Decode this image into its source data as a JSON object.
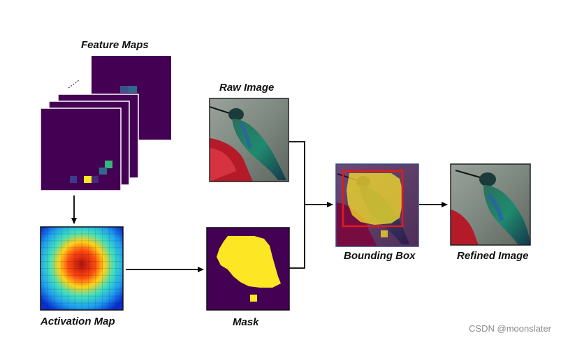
{
  "labels": {
    "feature_maps": "Feature Maps",
    "raw_image": "Raw Image",
    "activation_map": "Activation Map",
    "mask": "Mask",
    "bounding_box": "Bounding Box",
    "refined_image": "Refined Image"
  },
  "watermark": "CSDN @moonslater",
  "colors": {
    "feature_map_bg": "#440154",
    "mask_fill": "#fde725",
    "bbox_outline": "#e31a1c",
    "arrow": "#000000"
  },
  "icons": {
    "photo": "hummingbird-photo"
  }
}
